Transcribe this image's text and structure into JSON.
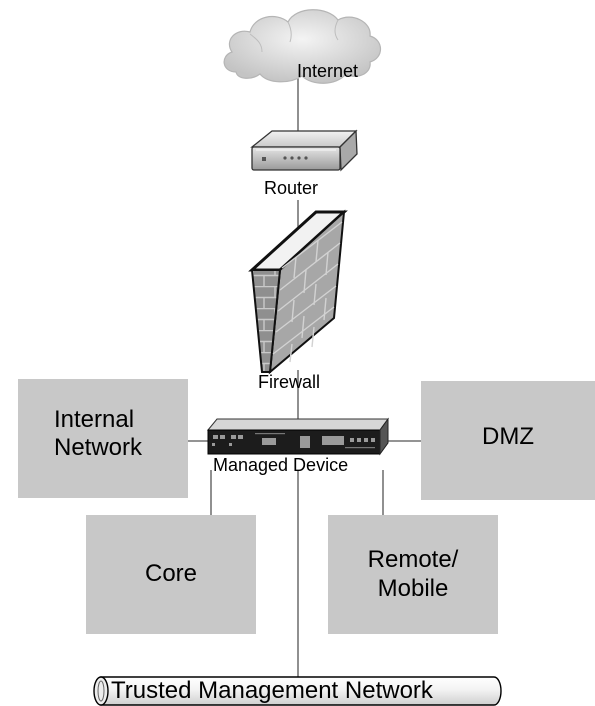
{
  "nodes": {
    "internet": {
      "label": "Internet",
      "icon": "cloud-icon"
    },
    "router": {
      "label": "Router",
      "icon": "router-icon"
    },
    "firewall": {
      "label": "Firewall",
      "icon": "brick-wall-icon"
    },
    "managed_device": {
      "label": "Managed Device",
      "icon": "rack-appliance-icon"
    },
    "internal_network": {
      "label": "Internal\nNetwork"
    },
    "dmz": {
      "label": "DMZ"
    },
    "core": {
      "label": "Core"
    },
    "remote_mobile": {
      "label": "Remote/\nMobile"
    },
    "trusted_management_network": {
      "label": "Trusted Management Network",
      "icon": "pipe-icon"
    }
  },
  "colors": {
    "box_fill": "#c8c8c8",
    "line": "#555555",
    "background": "#ffffff"
  }
}
